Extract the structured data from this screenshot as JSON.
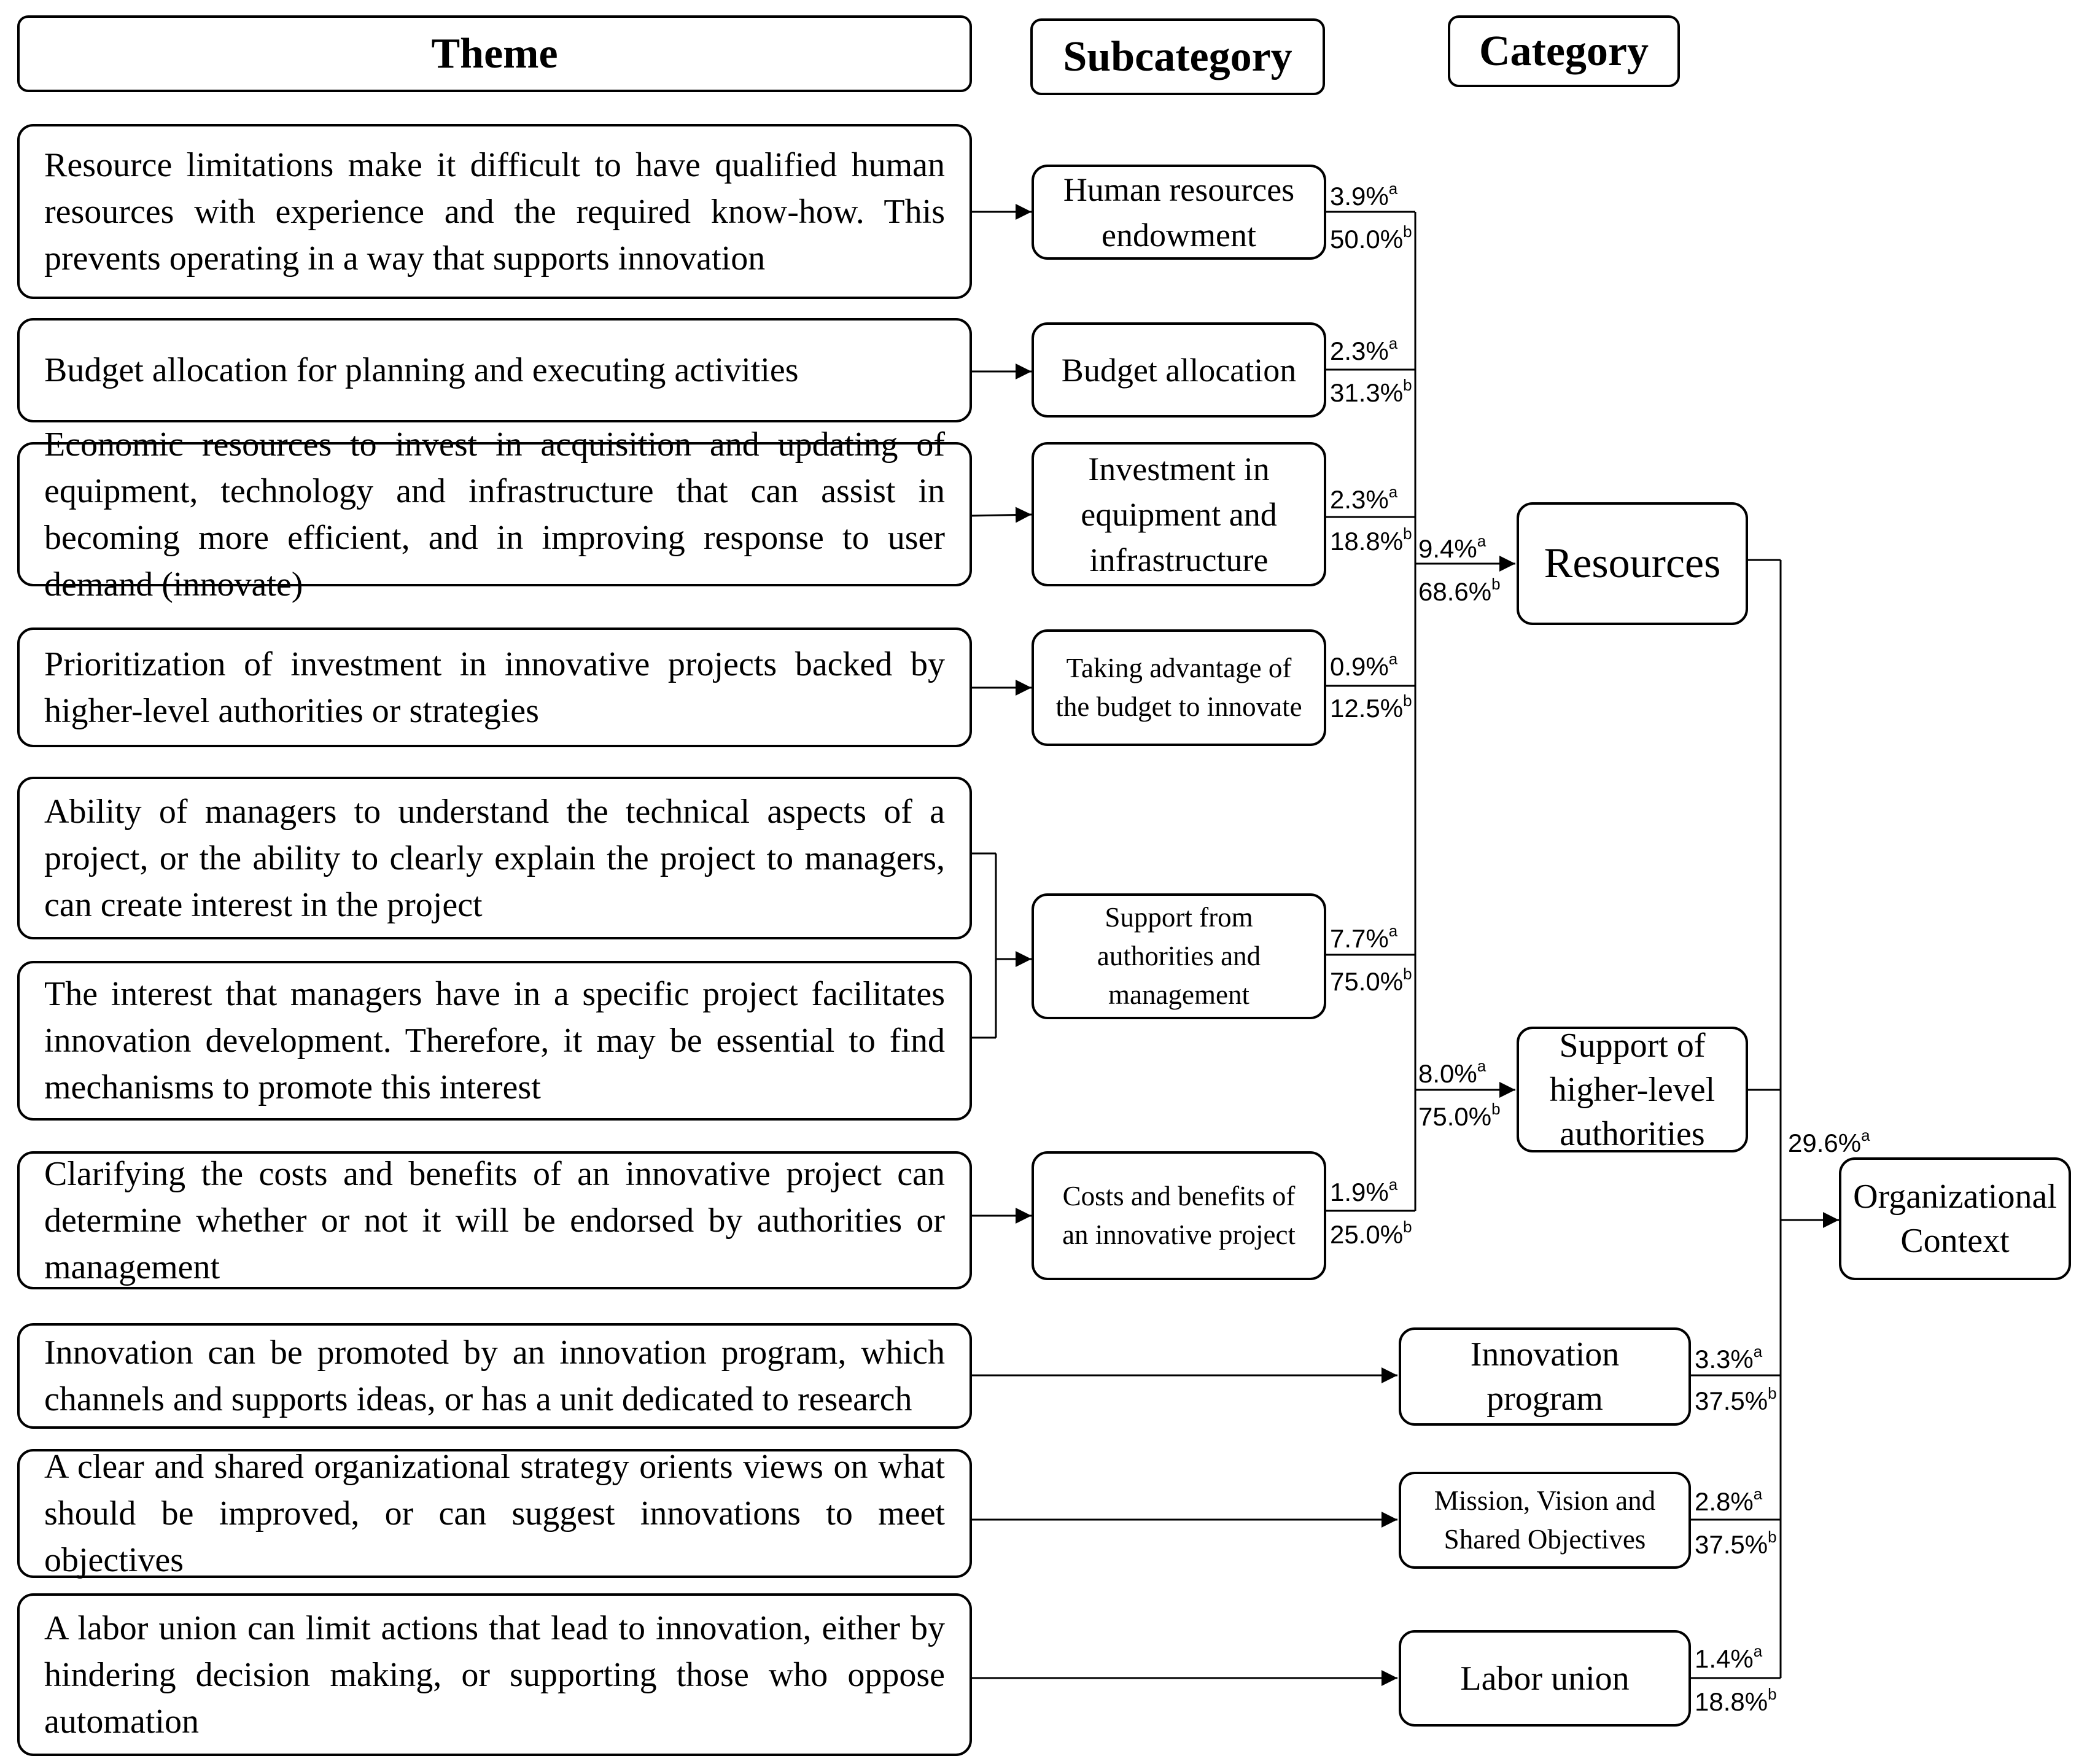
{
  "headers": {
    "theme": "Theme",
    "subcategory": "Subcategory",
    "category": "Category"
  },
  "themes": [
    {
      "text": "Resource limitations make it difficult to have qualified human resources with experience and the required know-how. This prevents operating in a way that supports innovation"
    },
    {
      "text": "Budget allocation for planning and executing activities"
    },
    {
      "text": "Economic resources to invest in acquisition and updating of equipment, technology and infrastructure that can assist in becoming more efficient, and in improving response to user demand (innovate)"
    },
    {
      "text": "Prioritization of investment in innovative projects backed by higher-level authorities or strategies"
    },
    {
      "text": "Ability of managers to understand the technical aspects of a project, or the ability  to clearly explain the project to managers, can create interest in the project"
    },
    {
      "text": "The interest that managers have in a specific project facilitates innovation development. Therefore, it may be essential to find mechanisms to promote this interest"
    },
    {
      "text": "Clarifying the costs and benefits of an innovative project can determine whether or not it will be endorsed by authorities or management"
    },
    {
      "text": "Innovation can be promoted by an innovation program, which channels and supports ideas, or has a unit dedicated to research"
    },
    {
      "text": "A clear and shared organizational strategy orients views on what should be improved, or can suggest innovations to meet objectives"
    },
    {
      "text": "A labor union can limit actions that lead to innovation, either by hindering decision making, or supporting those who oppose automation"
    }
  ],
  "subcategories": [
    {
      "label": "Human resources endowment",
      "pct_a": "3.9%",
      "pct_b": "50.0%"
    },
    {
      "label": "Budget allocation",
      "pct_a": "2.3%",
      "pct_b": "31.3%"
    },
    {
      "label": "Investment in equipment and infrastructure",
      "pct_a": "2.3%",
      "pct_b": "18.8%"
    },
    {
      "label": "Taking advantage of the budget to innovate",
      "pct_a": "0.9%",
      "pct_b": "12.5%"
    },
    {
      "label": "Support from authorities and management",
      "pct_a": "7.7%",
      "pct_b": "75.0%"
    },
    {
      "label": "Costs and benefits of an innovative project",
      "pct_a": "1.9%",
      "pct_b": "25.0%"
    }
  ],
  "direct_categories": [
    {
      "label": "Innovation program",
      "pct_a": "3.3%",
      "pct_b": "37.5%"
    },
    {
      "label": "Mission, Vision and Shared Objectives",
      "pct_a": "2.8%",
      "pct_b": "37.5%"
    },
    {
      "label": "Labor union",
      "pct_a": "1.4%",
      "pct_b": "18.8%"
    }
  ],
  "categories": [
    {
      "label": "Resources",
      "pct_a": "9.4%",
      "pct_b": "68.6%"
    },
    {
      "label": "Support of higher-level authorities",
      "pct_a": "8.0%",
      "pct_b": "75.0%"
    }
  ],
  "final": {
    "label": "Organizational Context",
    "pct_a": "29.6%"
  },
  "sup": {
    "a": "a",
    "b": "b"
  }
}
